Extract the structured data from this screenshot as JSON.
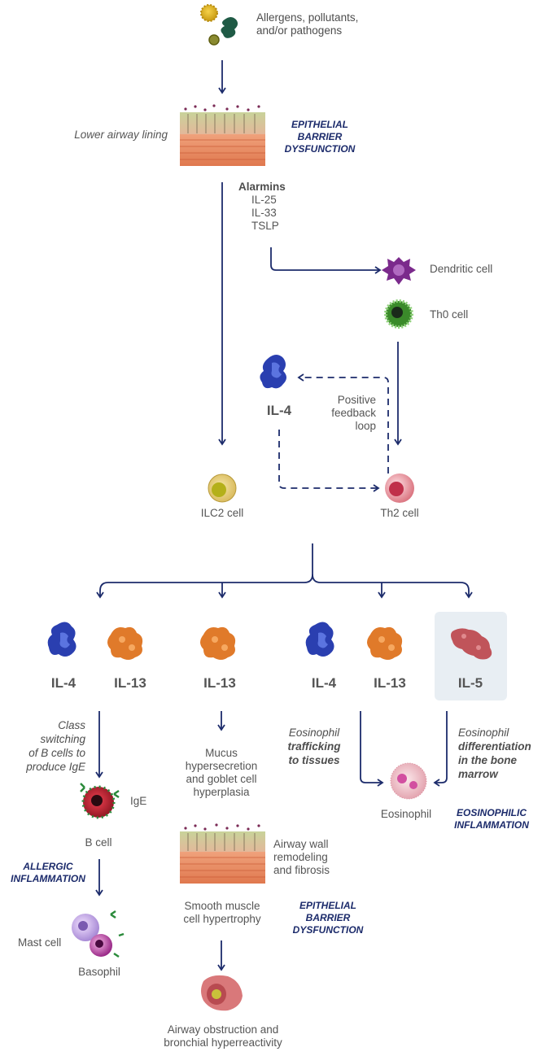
{
  "diagram": {
    "trigger_label": "Allergens, pollutants,\nand/or pathogens",
    "lining_label": "Lower airway lining",
    "epithelial_barrier_top": "EPITHELIAL\nBARRIER\nDYSFUNCTION",
    "alarmins": {
      "title": "Alarmins",
      "items": [
        "IL-25",
        "IL-33",
        "TSLP"
      ]
    },
    "dendritic_cell": "Dendritic cell",
    "th0_cell": "Th0 cell",
    "il4_loop_label": "IL-4",
    "positive_feedback": "Positive\nfeedback\nloop",
    "ilc2_cell": "ILC2 cell",
    "th2_cell": "Th2 cell",
    "cytokines": {
      "il4_a": "IL-4",
      "il13_a": "IL-13",
      "il13_b": "IL-13",
      "il4_b": "IL-4",
      "il13_c": "IL-13",
      "il5": "IL-5"
    },
    "class_switching": "Class\nswitching\nof B cells to\nproduce IgE",
    "ige": "IgE",
    "b_cell": "B cell",
    "allergic_inflammation": "ALLERGIC\nINFLAMMATION",
    "mast_cell": "Mast cell",
    "basophil": "Basophil",
    "mucus": "Mucus\nhypersecretion\nand goblet cell\nhyperplasia",
    "airway_wall": "Airway wall\nremodeling\nand fibrosis",
    "smooth_muscle": "Smooth muscle\ncell hypertrophy",
    "epithelial_barrier_bottom": "EPITHELIAL\nBARRIER\nDYSFUNCTION",
    "obstruction": "Airway obstruction and\nbronchial hyperreactivity",
    "eos_trafficking_1": "Eosinophil",
    "eos_trafficking_2": "trafficking\nto tissues",
    "eos_diff_1": "Eosinophil",
    "eos_diff_2": "differentiation\nin the bone\nmarrow",
    "eosinophil": "Eosinophil",
    "eosinophilic_inflammation": "EOSINOPHILIC\nINFLAMMATION"
  },
  "colors": {
    "arrow": "#1c2b6b",
    "emphasis_text": "#1c2b6b",
    "il4_protein": "#2a3fb0",
    "il13_protein": "#e07a2a",
    "il5_protein": "#c0545a",
    "highlight_box": "#e8eef3"
  }
}
